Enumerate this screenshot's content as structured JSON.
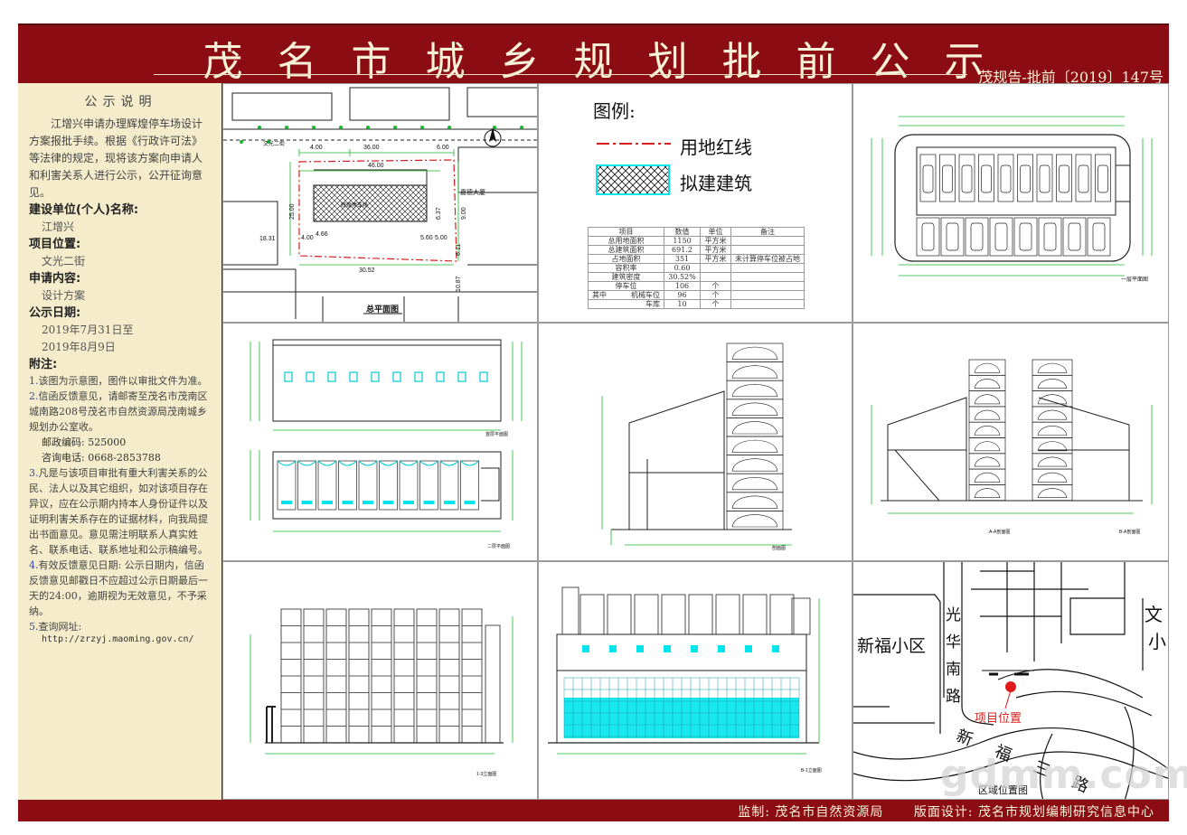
{
  "header": {
    "title": "茂名市城乡规划批前公示",
    "doc_no": "茂规告-批前〔2019〕147号"
  },
  "notice": {
    "section_title": "公示说明",
    "intro": "江增兴申请办理辉煌停车场设计方案报批手续。根据《行政许可法》等法律的规定，现将该方案向申请人和利害关系人进行公示，公开征询意见。",
    "applicant_label": "建设单位(个人)名称:",
    "applicant": "江增兴",
    "location_label": "项目位置:",
    "location": "文光二街",
    "content_label": "申请内容:",
    "content": "设计方案",
    "date_label": "公示日期:",
    "date_from": "2019年7月31日至",
    "date_to": "2019年8月9日",
    "notes_label": "附注:",
    "note1": "该图为示意图，图件以审批文件为准。",
    "note2": "信函反馈意见，请邮寄至茂名市茂南区城南路208号茂名市自然资源局茂南城乡规划办公室收。",
    "postcode": "邮政编码: 525000",
    "phone": "咨询电话: 0668-2853788",
    "note3": "凡是与该项目审批有重大利害关系的公民、法人以及其它组织，如对该项目存在异议，应在公示期内持本人身份证件以及证明利害关系存在的证据材料，向我局提出书面意见。意见需注明联系人真实姓名、联系电话、联系地址和公示稿编号。",
    "note4": "有效反馈意见日期: 公示日期内，信函反馈意见邮戳日不应超过公示日期最后一天的24:00，逾期视为无效意见，不予采纳。",
    "note5_label": "查询网址:",
    "url": "http://zrzyj.maoming.gov.cn/"
  },
  "site_plan": {
    "title": "总平面图",
    "road": "文光二街",
    "dims": [
      "4.00",
      "36.00",
      "6.00",
      "46.00",
      "30.52",
      "18.31",
      "25.00",
      "9.00",
      "6.11",
      "10.87",
      "4.00",
      "4.66",
      "5.60",
      "5.00",
      "6.37"
    ],
    "label_building": "辉煌停车场",
    "label_neighbor": "嘉德大厦"
  },
  "legend": {
    "title": "图例:",
    "red_line": "用地红线",
    "new_building": "拟建建筑",
    "table": {
      "headers": [
        "项目",
        "数值",
        "单位",
        "备注"
      ],
      "rows": [
        [
          "总用地面积",
          "1150",
          "平方米",
          ""
        ],
        [
          "总建筑面积",
          "691.2",
          "平方米",
          ""
        ],
        [
          "占地面积",
          "351",
          "平方米",
          "未计算停车位被占地"
        ],
        [
          "容积率",
          "0.60",
          "",
          ""
        ],
        [
          "建筑密度",
          "30.52%",
          "",
          ""
        ],
        [
          "停车位",
          "106",
          "个",
          ""
        ],
        [
          "机械车位",
          "96",
          "个",
          ""
        ],
        [
          "车库",
          "10",
          "个",
          ""
        ]
      ],
      "group_label": "其中"
    }
  },
  "map": {
    "district": "新福小区",
    "road_vertical": "光华南路",
    "road_bottom": "新福三路",
    "marker_label": "项目位置",
    "caption": "区域位置图",
    "partial_right": "文",
    "partial_right2": "小"
  },
  "drawings": {
    "floor1_title": "首层平面图",
    "floor2_title": "二层平面图",
    "section_aa": "剖面图",
    "section_a2": "A-A剖面图",
    "section_b2": "B-A剖面图",
    "elev_1": "1-3立面图",
    "elev_2": "B-1立面图",
    "floor_plan_title": "一层平面图"
  },
  "footer": {
    "supervisor": "监制: 茂名市自然资源局",
    "designer": "版面设计: 茂名市规划编制研究信息中心"
  },
  "watermark": "gdmm.com",
  "colors": {
    "header_red": "#8c0c14",
    "panel_bg": "#f4eccb",
    "cad_green": "#16b82e",
    "cad_cyan": "#00e4ec",
    "red_line": "#d81e1e"
  }
}
